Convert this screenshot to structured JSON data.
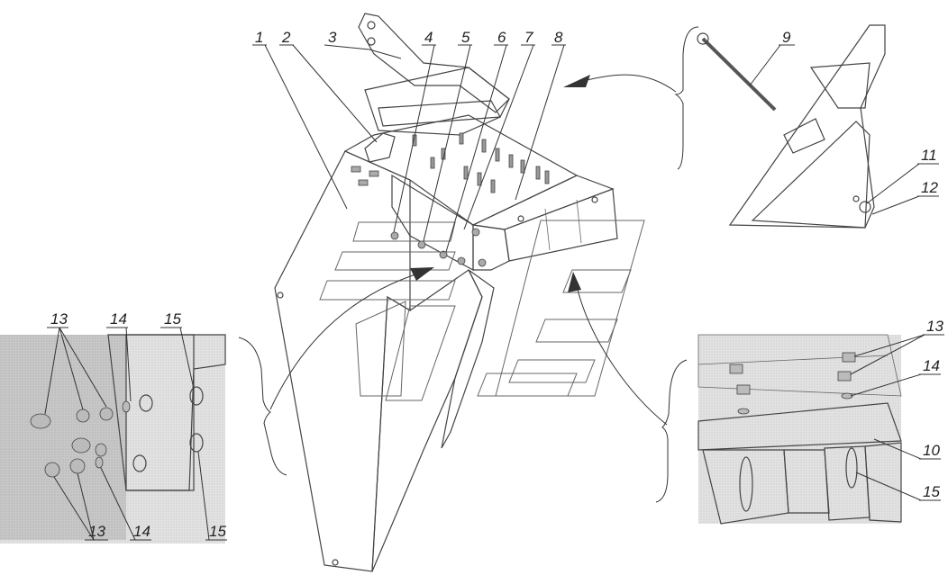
{
  "diagram": {
    "callouts": {
      "c1": "1",
      "c2": "2",
      "c3": "3",
      "c4": "4",
      "c5": "5",
      "c6": "6",
      "c7": "7",
      "c8": "8",
      "c9": "9",
      "c11": "11",
      "c12": "12",
      "l13a": "13",
      "l14a": "14",
      "l15a": "15",
      "l13b": "13",
      "l14b": "14",
      "l15b": "15",
      "r13": "13",
      "r14": "14",
      "r10": "10",
      "r15": "15"
    },
    "colors": {
      "panel_light": "#cfcfcf",
      "panel_mid": "#a9a9a9",
      "panel_dark": "#6b6b6b",
      "line": "#333333"
    }
  }
}
